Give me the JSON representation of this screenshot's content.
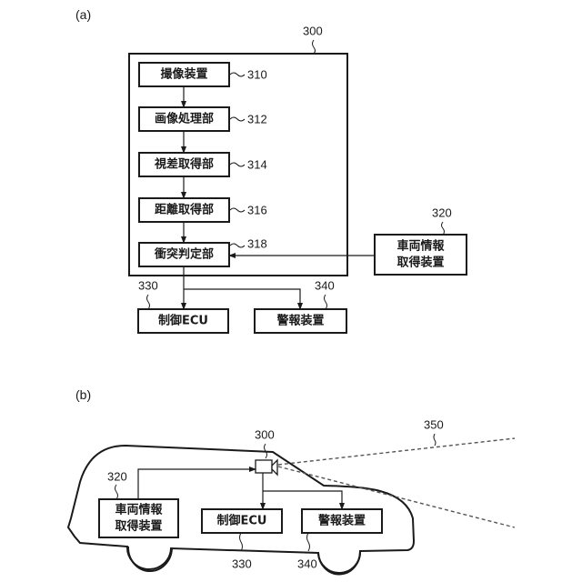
{
  "panel_a": {
    "label": "(a)",
    "device": {
      "ref": "300"
    },
    "blocks": [
      {
        "id": "imaging-device",
        "text": "撮像装置",
        "ref": "310"
      },
      {
        "id": "image-processing-unit",
        "text": "画像処理部",
        "ref": "312"
      },
      {
        "id": "parallax-acquisition-unit",
        "text": "視差取得部",
        "ref": "314"
      },
      {
        "id": "distance-acquisition-unit",
        "text": "距離取得部",
        "ref": "316"
      },
      {
        "id": "collision-determination-unit",
        "text": "衝突判定部",
        "ref": "318"
      }
    ],
    "vehicle_info": {
      "line1": "車両情報",
      "line2": "取得装置",
      "ref": "320"
    },
    "control_ecu": {
      "text": "制御ECU",
      "ref": "330"
    },
    "alarm_device": {
      "text": "警報装置",
      "ref": "340"
    }
  },
  "panel_b": {
    "label": "(b)",
    "camera_ref": "300",
    "field_of_view_ref": "350",
    "vehicle_info": {
      "line1": "車両情報",
      "line2": "取得装置",
      "ref": "320"
    },
    "control_ecu": {
      "text": "制御ECU",
      "ref": "330"
    },
    "alarm_device": {
      "text": "警報装置",
      "ref": "340"
    }
  }
}
